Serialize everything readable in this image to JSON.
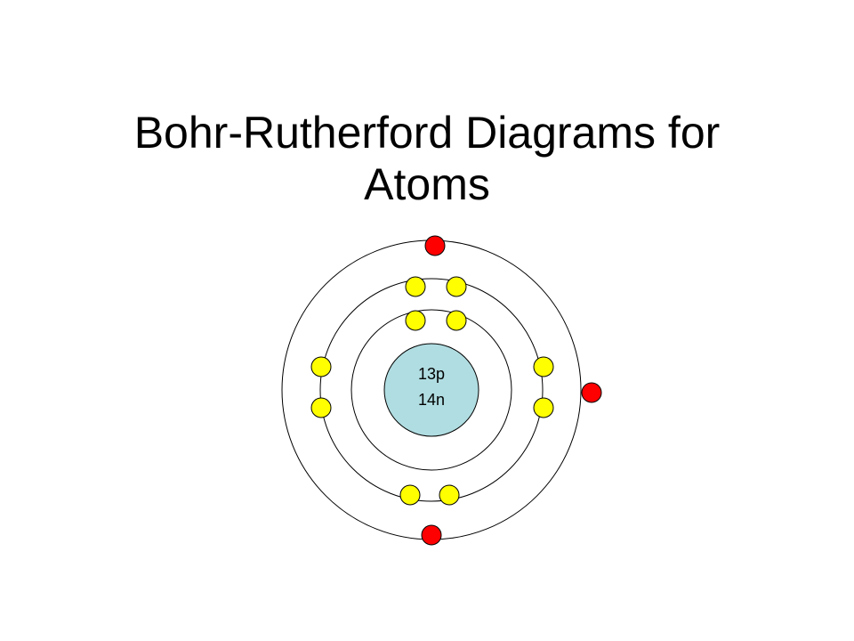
{
  "slide": {
    "title_line1": "Bohr-Rutherford Diagrams for",
    "title_line2": "Atoms"
  },
  "atom": {
    "nucleus": {
      "protons_label": "13p",
      "neutrons_label": "14n",
      "fill": "#b0dde1"
    },
    "shells": [
      {
        "name": "first-shell",
        "electrons": 2,
        "electron_color": "#ffff00"
      },
      {
        "name": "second-shell",
        "electrons": 8,
        "electron_color": "#ffff00"
      },
      {
        "name": "third-shell",
        "electrons": 3,
        "electron_color": "#ff0000"
      }
    ],
    "stroke_color": "#000000"
  }
}
